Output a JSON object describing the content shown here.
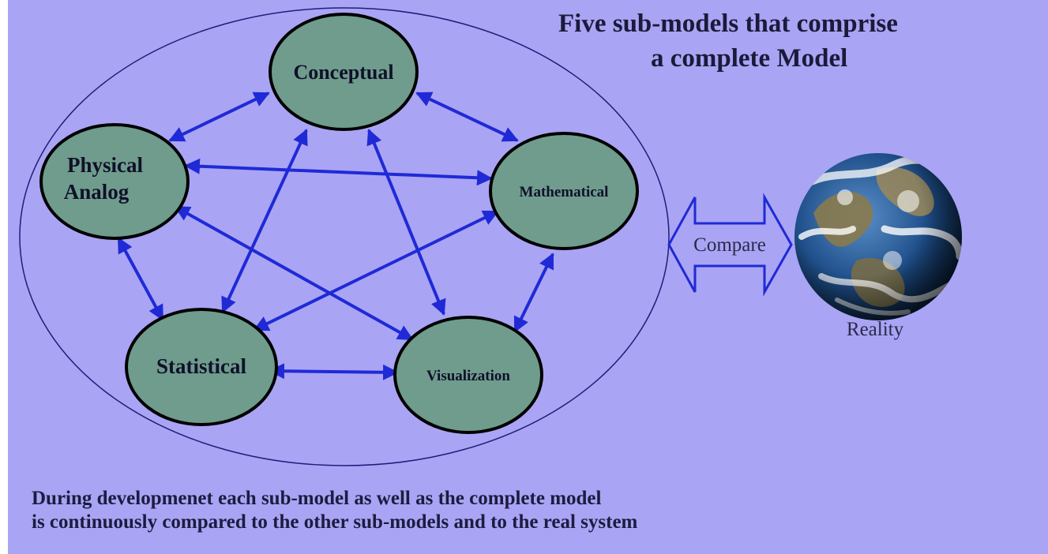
{
  "title": {
    "line1": "Five sub-models that comprise",
    "line2": "a complete Model"
  },
  "nodes": {
    "conceptual": "Conceptual",
    "physical_line1": "Physical",
    "physical_line2": "Analog",
    "mathematical": "Mathematical",
    "statistical": "Statistical",
    "visualization": "Visualization"
  },
  "compare_label": "Compare",
  "reality_label": "Reality",
  "caption": {
    "line1": "During developmenet each sub-model as well as the complete model",
    "line2": "is continuously compared to the other sub-models and to the real system"
  },
  "colors": {
    "background": "#aaa4f4",
    "node_fill": "#6f9c8c",
    "arrow": "#1f2ad6",
    "outline": "#000000"
  }
}
